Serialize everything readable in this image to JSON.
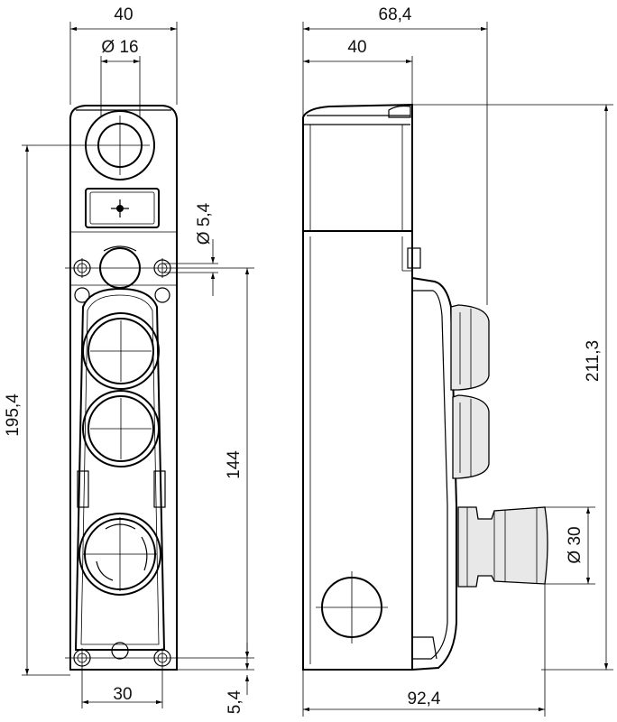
{
  "front_view": {
    "dims": {
      "top_width": "40",
      "button_diameter": "Ø 16",
      "mount_hole": "Ø 5,4",
      "overall_height": "195,4",
      "hole_spacing_vertical": "144",
      "hole_spacing_horizontal": "30",
      "bottom_offset": "5,4"
    }
  },
  "side_view": {
    "dims": {
      "total_depth": "68,4",
      "housing_depth": "40",
      "overall_height": "211,3",
      "estop_diameter": "Ø 30",
      "total_width": "92,4"
    }
  }
}
